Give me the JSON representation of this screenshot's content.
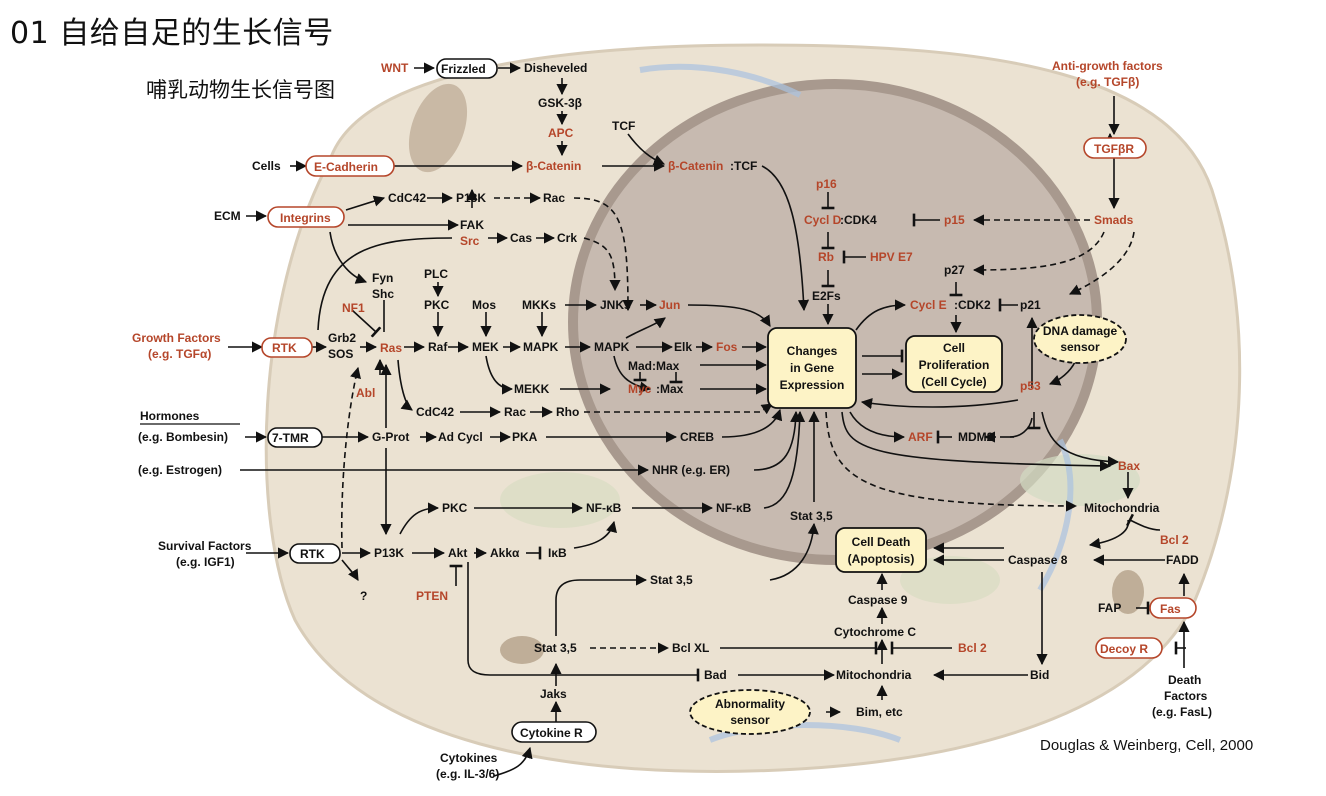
{
  "title": "01 自给自足的生长信号",
  "subtitle": "哺乳动物生长信号图",
  "citation": "Douglas & Weinberg, Cell, 2000",
  "colors": {
    "black": "#111111",
    "red": "#b5462a",
    "box_fill": "#fdf3c6",
    "cell": "#ece3d3",
    "nucleus": "#c9bcb2"
  },
  "nodes": {
    "wnt": {
      "text": "WNT",
      "color": "red"
    },
    "frizzled": {
      "text": "Frizzled",
      "color": "black"
    },
    "disheveled": {
      "text": "Disheveled",
      "color": "black"
    },
    "gsk3b": {
      "text": "GSK-3β",
      "color": "black"
    },
    "apc": {
      "text": "APC",
      "color": "red"
    },
    "tcf": {
      "text": "TCF",
      "color": "black"
    },
    "cells": {
      "text": "Cells",
      "color": "black"
    },
    "ecadherin": {
      "text": "E-Cadherin",
      "color": "red"
    },
    "bcatenin": {
      "text": "β-Catenin",
      "color": "red"
    },
    "bcatenin_tcf_a": {
      "text": "β-Catenin",
      "color": "red"
    },
    "bcatenin_tcf_b": {
      "text": ":TCF",
      "color": "black"
    },
    "ecm": {
      "text": "ECM",
      "color": "black"
    },
    "integrins": {
      "text": "Integrins",
      "color": "red"
    },
    "cdc42_top": {
      "text": "CdC42",
      "color": "black"
    },
    "p13k_top": {
      "text": "P13K",
      "color": "black"
    },
    "rac_top": {
      "text": "Rac",
      "color": "black"
    },
    "fak": {
      "text": "FAK",
      "color": "black"
    },
    "src": {
      "text": "Src",
      "color": "red"
    },
    "cas": {
      "text": "Cas",
      "color": "black"
    },
    "crk": {
      "text": "Crk",
      "color": "black"
    },
    "fyn": {
      "text": "Fyn",
      "color": "black"
    },
    "shc": {
      "text": "Shc",
      "color": "black"
    },
    "plc": {
      "text": "PLC",
      "color": "black"
    },
    "pkc_mid": {
      "text": "PKC",
      "color": "black"
    },
    "mos": {
      "text": "Mos",
      "color": "black"
    },
    "mkks": {
      "text": "MKKs",
      "color": "black"
    },
    "jnks": {
      "text": "JNKs",
      "color": "black"
    },
    "jun": {
      "text": "Jun",
      "color": "red"
    },
    "nf1": {
      "text": "NF1",
      "color": "red"
    },
    "growth_factors": {
      "text": "Growth Factors",
      "color": "red"
    },
    "growth_factors_eg": {
      "text": "(e.g. TGFα)",
      "color": "red"
    },
    "rtk_top": {
      "text": "RTK",
      "color": "red"
    },
    "grb2": {
      "text": "Grb2",
      "color": "black"
    },
    "sos": {
      "text": "SOS",
      "color": "black"
    },
    "ras": {
      "text": "Ras",
      "color": "red"
    },
    "raf": {
      "text": "Raf",
      "color": "black"
    },
    "mek": {
      "text": "MEK",
      "color": "black"
    },
    "mapk1": {
      "text": "MAPK",
      "color": "black"
    },
    "mapk2": {
      "text": "MAPK",
      "color": "black"
    },
    "elk": {
      "text": "Elk",
      "color": "black"
    },
    "fos": {
      "text": "Fos",
      "color": "red"
    },
    "mad_max": {
      "text": "Mad:Max",
      "color": "black"
    },
    "mekk": {
      "text": "MEKK",
      "color": "black"
    },
    "myc": {
      "text": "Myc",
      "color": "red"
    },
    "myc_max": {
      "text": ":Max",
      "color": "black"
    },
    "abl": {
      "text": "Abl",
      "color": "red"
    },
    "cdc42_low": {
      "text": "CdC42",
      "color": "black"
    },
    "rac_low": {
      "text": "Rac",
      "color": "black"
    },
    "rho": {
      "text": "Rho",
      "color": "black"
    },
    "hormones": {
      "text": "Hormones",
      "color": "black"
    },
    "bombesin": {
      "text": "(e.g. Bombesin)",
      "color": "black"
    },
    "tmr7": {
      "text": "7-TMR",
      "color": "black"
    },
    "gprot": {
      "text": "G-Prot",
      "color": "black"
    },
    "adcycl": {
      "text": "Ad Cycl",
      "color": "black"
    },
    "pka": {
      "text": "PKA",
      "color": "black"
    },
    "creb": {
      "text": "CREB",
      "color": "black"
    },
    "estrogen": {
      "text": "(e.g. Estrogen)",
      "color": "black"
    },
    "nhr": {
      "text": "NHR (e.g. ER)",
      "color": "black"
    },
    "pkc_low": {
      "text": "PKC",
      "color": "black"
    },
    "nfkb1": {
      "text": "NF-κB",
      "color": "black"
    },
    "nfkb2": {
      "text": "NF-κB",
      "color": "black"
    },
    "stat35_a": {
      "text": "Stat 3,5",
      "color": "black"
    },
    "survival_factors": {
      "text": "Survival Factors",
      "color": "black"
    },
    "survival_eg": {
      "text": "(e.g. IGF1)",
      "color": "black"
    },
    "rtk_low": {
      "text": "RTK",
      "color": "black"
    },
    "p13k_low": {
      "text": "P13K",
      "color": "black"
    },
    "akt": {
      "text": "Akt",
      "color": "black"
    },
    "akka": {
      "text": "Akkα",
      "color": "black"
    },
    "ikb": {
      "text": "IκB",
      "color": "black"
    },
    "question": {
      "text": "?",
      "color": "black"
    },
    "pten": {
      "text": "PTEN",
      "color": "red"
    },
    "stat35_b": {
      "text": "Stat 3,5",
      "color": "black"
    },
    "stat35_c": {
      "text": "Stat 3,5",
      "color": "black"
    },
    "bclxl": {
      "text": "Bcl XL",
      "color": "black"
    },
    "bad": {
      "text": "Bad",
      "color": "black"
    },
    "jaks": {
      "text": "Jaks",
      "color": "black"
    },
    "cytokine_r": {
      "text": "Cytokine R",
      "color": "black"
    },
    "cytokines": {
      "text": "Cytokines",
      "color": "black"
    },
    "cytokines_eg": {
      "text": "(e.g. IL-3/6)",
      "color": "black"
    },
    "p16": {
      "text": "p16",
      "color": "red"
    },
    "cycld_a": {
      "text": "Cycl D",
      "color": "red"
    },
    "cycld_b": {
      "text": ":CDK4",
      "color": "black"
    },
    "p15": {
      "text": "p15",
      "color": "red"
    },
    "rb": {
      "text": "Rb",
      "color": "red"
    },
    "hpve7": {
      "text": "HPV E7",
      "color": "red"
    },
    "e2fs": {
      "text": "E2Fs",
      "color": "black"
    },
    "p27": {
      "text": "p27",
      "color": "black"
    },
    "cycle_a": {
      "text": "Cycl E",
      "color": "red"
    },
    "cycle_b": {
      "text": ":CDK2",
      "color": "black"
    },
    "p21": {
      "text": "p21",
      "color": "black"
    },
    "p53": {
      "text": "p53",
      "color": "red"
    },
    "arf": {
      "text": "ARF",
      "color": "red"
    },
    "mdm2": {
      "text": "MDM2",
      "color": "black"
    },
    "antigrowth": {
      "text": "Anti-growth factors",
      "color": "red"
    },
    "antigrowth_eg": {
      "text": "(e.g. TGFβ)",
      "color": "red"
    },
    "tgfbr": {
      "text": "TGFβR",
      "color": "red"
    },
    "smads": {
      "text": "Smads",
      "color": "red"
    },
    "bax": {
      "text": "Bax",
      "color": "red"
    },
    "mito_right": {
      "text": "Mitochondria",
      "color": "black"
    },
    "bcl2_right": {
      "text": "Bcl 2",
      "color": "red"
    },
    "caspase8": {
      "text": "Caspase 8",
      "color": "black"
    },
    "fadd": {
      "text": "FADD",
      "color": "black"
    },
    "fap": {
      "text": "FAP",
      "color": "black"
    },
    "fas": {
      "text": "Fas",
      "color": "red"
    },
    "decoy_r": {
      "text": "Decoy R",
      "color": "red"
    },
    "death_factors_1": {
      "text": "Death",
      "color": "black"
    },
    "death_factors_2": {
      "text": "Factors",
      "color": "black"
    },
    "death_factors_3": {
      "text": "(e.g. FasL)",
      "color": "black"
    },
    "caspase9": {
      "text": "Caspase 9",
      "color": "black"
    },
    "cytochrome_c": {
      "text": "Cytochrome C",
      "color": "black"
    },
    "bcl2_low": {
      "text": "Bcl 2",
      "color": "red"
    },
    "mito_low": {
      "text": "Mitochondria",
      "color": "black"
    },
    "bid": {
      "text": "Bid",
      "color": "black"
    },
    "bim": {
      "text": "Bim, etc",
      "color": "black"
    }
  },
  "boxes": {
    "gene_expression": [
      "Changes",
      "in Gene",
      "Expression"
    ],
    "proliferation": [
      "Cell",
      "Proliferation",
      "(Cell Cycle)"
    ],
    "apoptosis": [
      "Cell Death",
      "(Apoptosis)"
    ],
    "dna_sensor": [
      "DNA damage",
      "sensor"
    ],
    "abnormality_sensor": [
      "Abnormality",
      "sensor"
    ]
  }
}
